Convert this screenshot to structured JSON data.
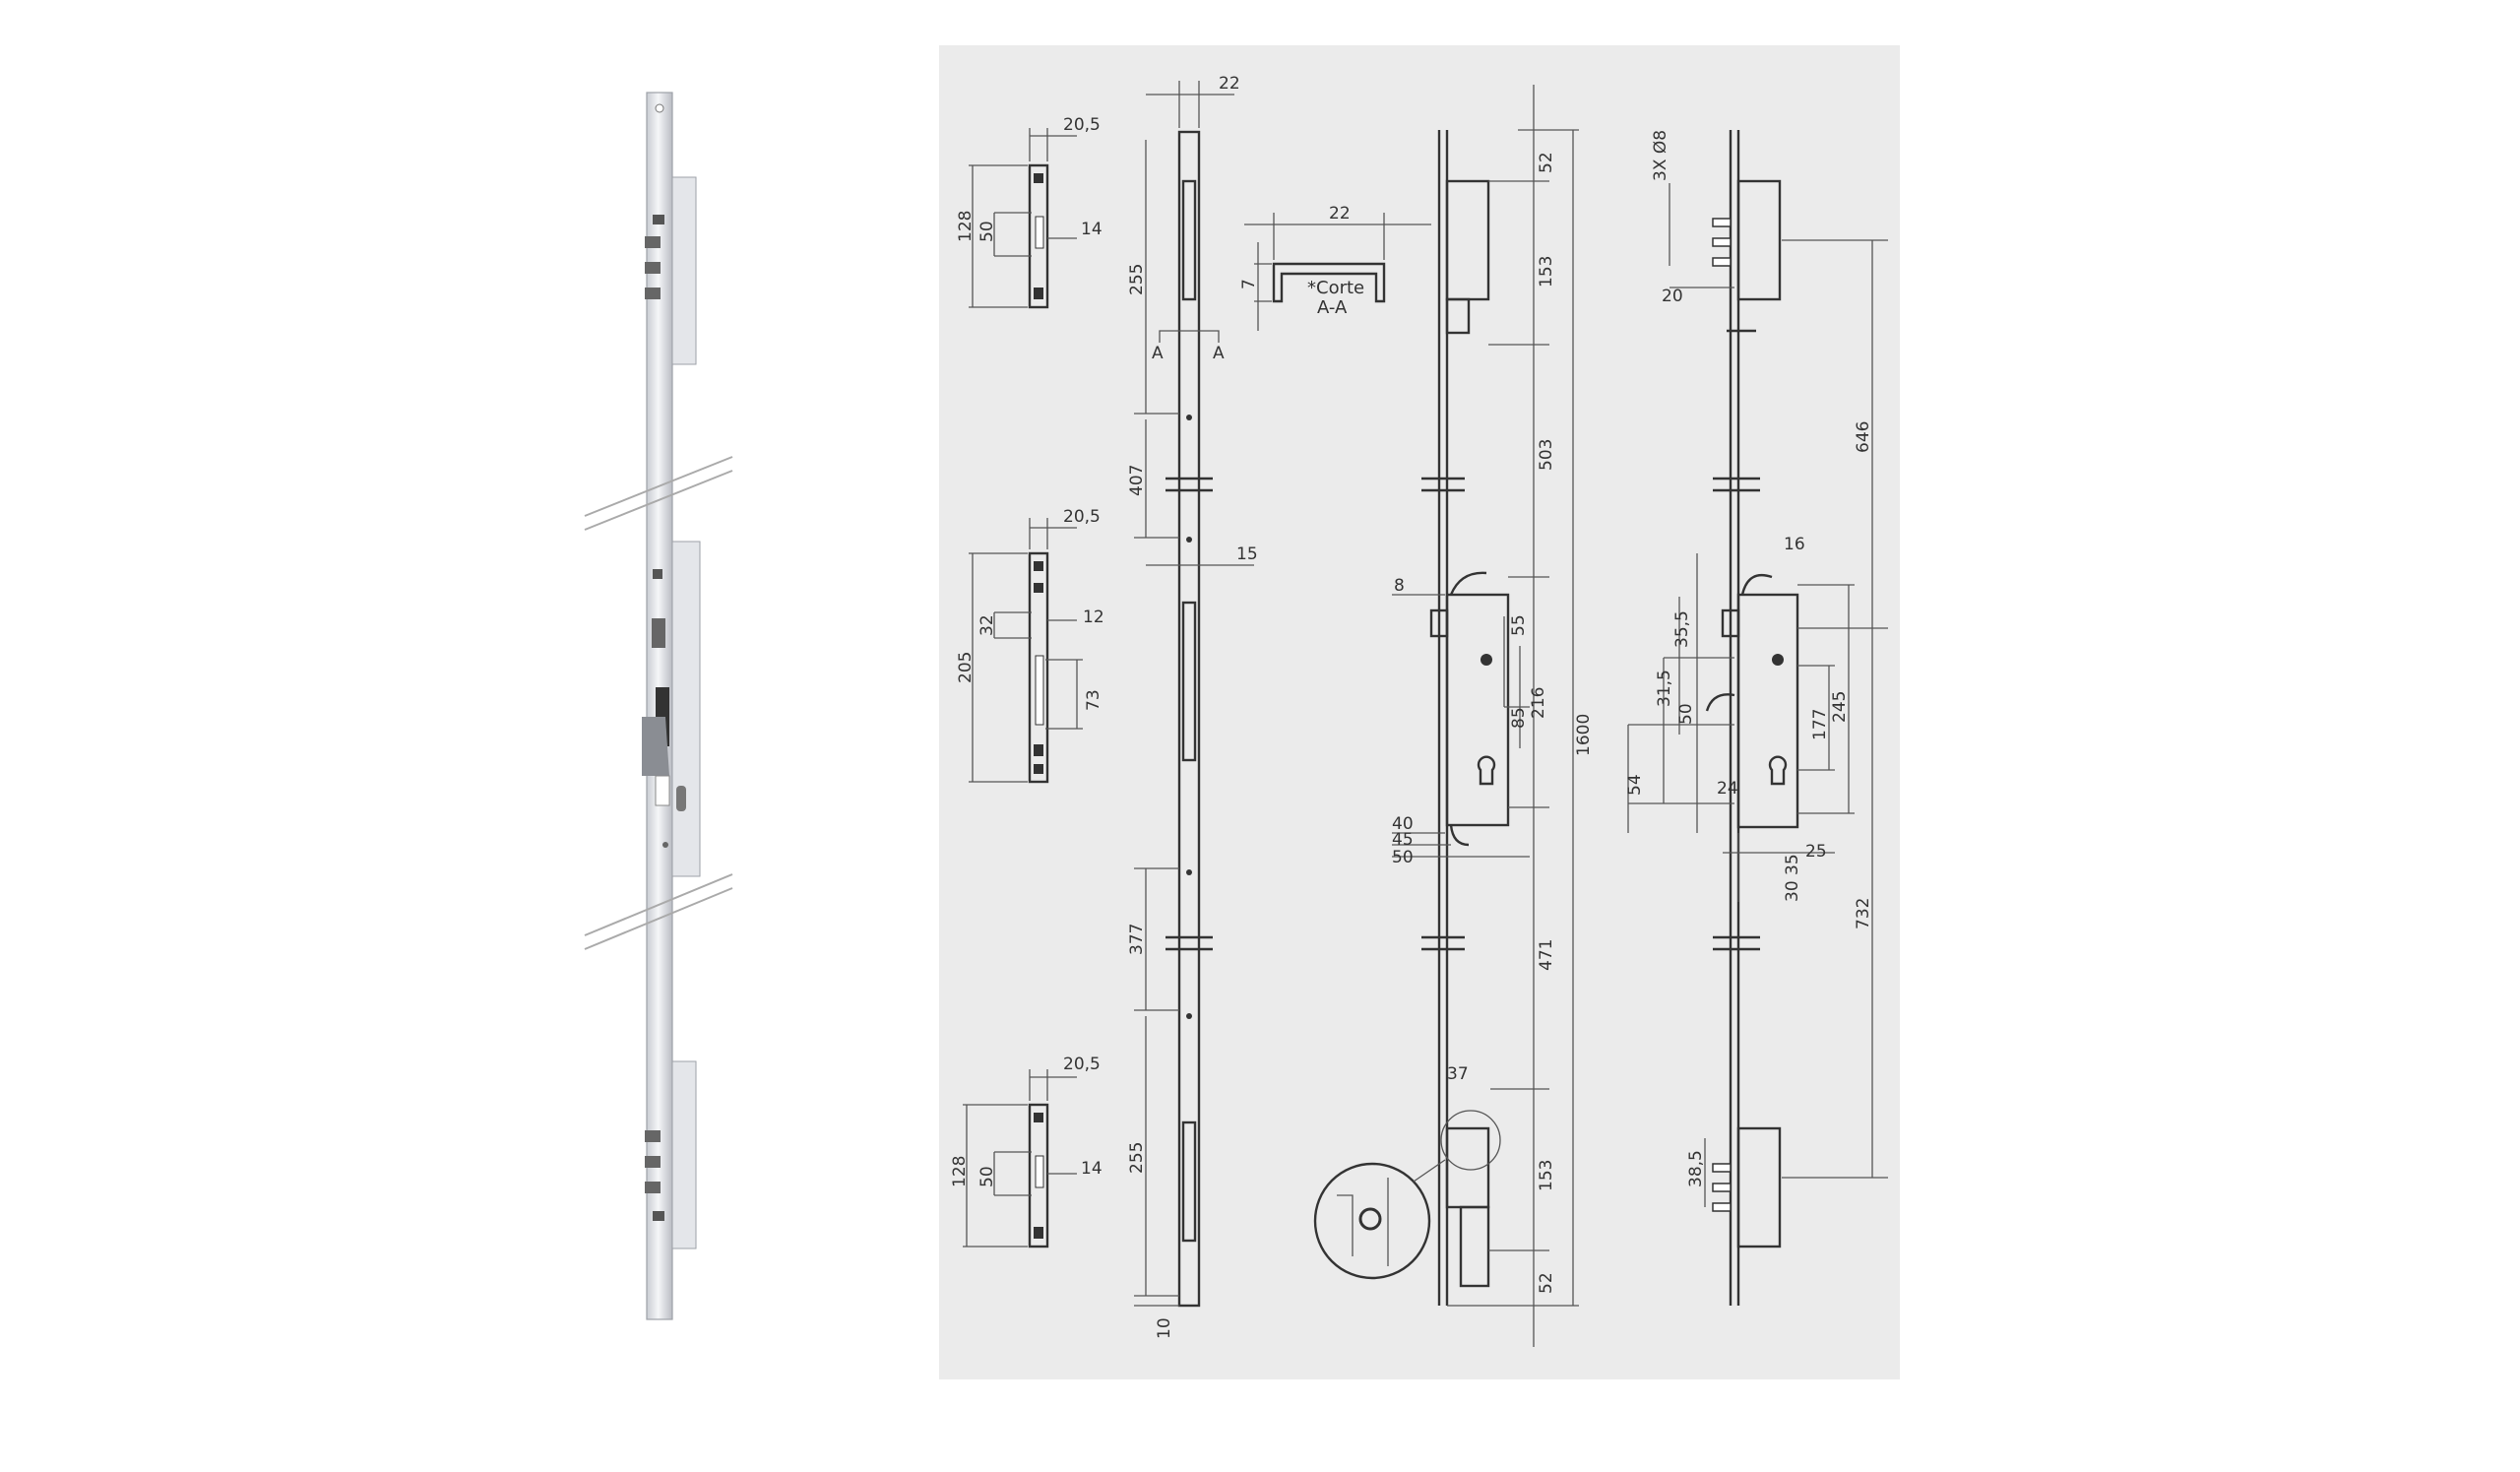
{
  "photo": {
    "name": "multipoint-lock-photo"
  },
  "drawing": {
    "name": "technical-drawing",
    "strike_plates": {
      "top": [
        "20,5",
        "128",
        "50",
        "14"
      ],
      "middle": [
        "20,5",
        "205",
        "32",
        "12",
        "73"
      ],
      "bottom": [
        "20,5",
        "128",
        "50",
        "14"
      ]
    },
    "front_view": {
      "width_22": "22",
      "dim_255_top": "255",
      "section_mark": "A",
      "dim_407": "407",
      "dim_15": "15",
      "dim_377": "377",
      "dim_255_bottom": "255",
      "dim_10": "10"
    },
    "section": {
      "width": "22",
      "depth": "7",
      "label_line1": "*Corte",
      "label_line2": "A-A"
    },
    "side_view": {
      "dims": [
        "52",
        "153",
        "503",
        "55",
        "216",
        "85",
        "1600",
        "471",
        "37",
        "153",
        "52"
      ],
      "left_dims": [
        "8",
        "40",
        "45",
        "50"
      ]
    },
    "right_view": {
      "bolt_label": "3X Ø8",
      "dims_left": [
        "20",
        "35,5",
        "31,5",
        "50",
        "54",
        "24",
        "38,5"
      ],
      "dims_right": [
        "646",
        "16",
        "177",
        "245",
        "25",
        "35",
        "732"
      ],
      "dim_30_35": "30 35"
    }
  }
}
